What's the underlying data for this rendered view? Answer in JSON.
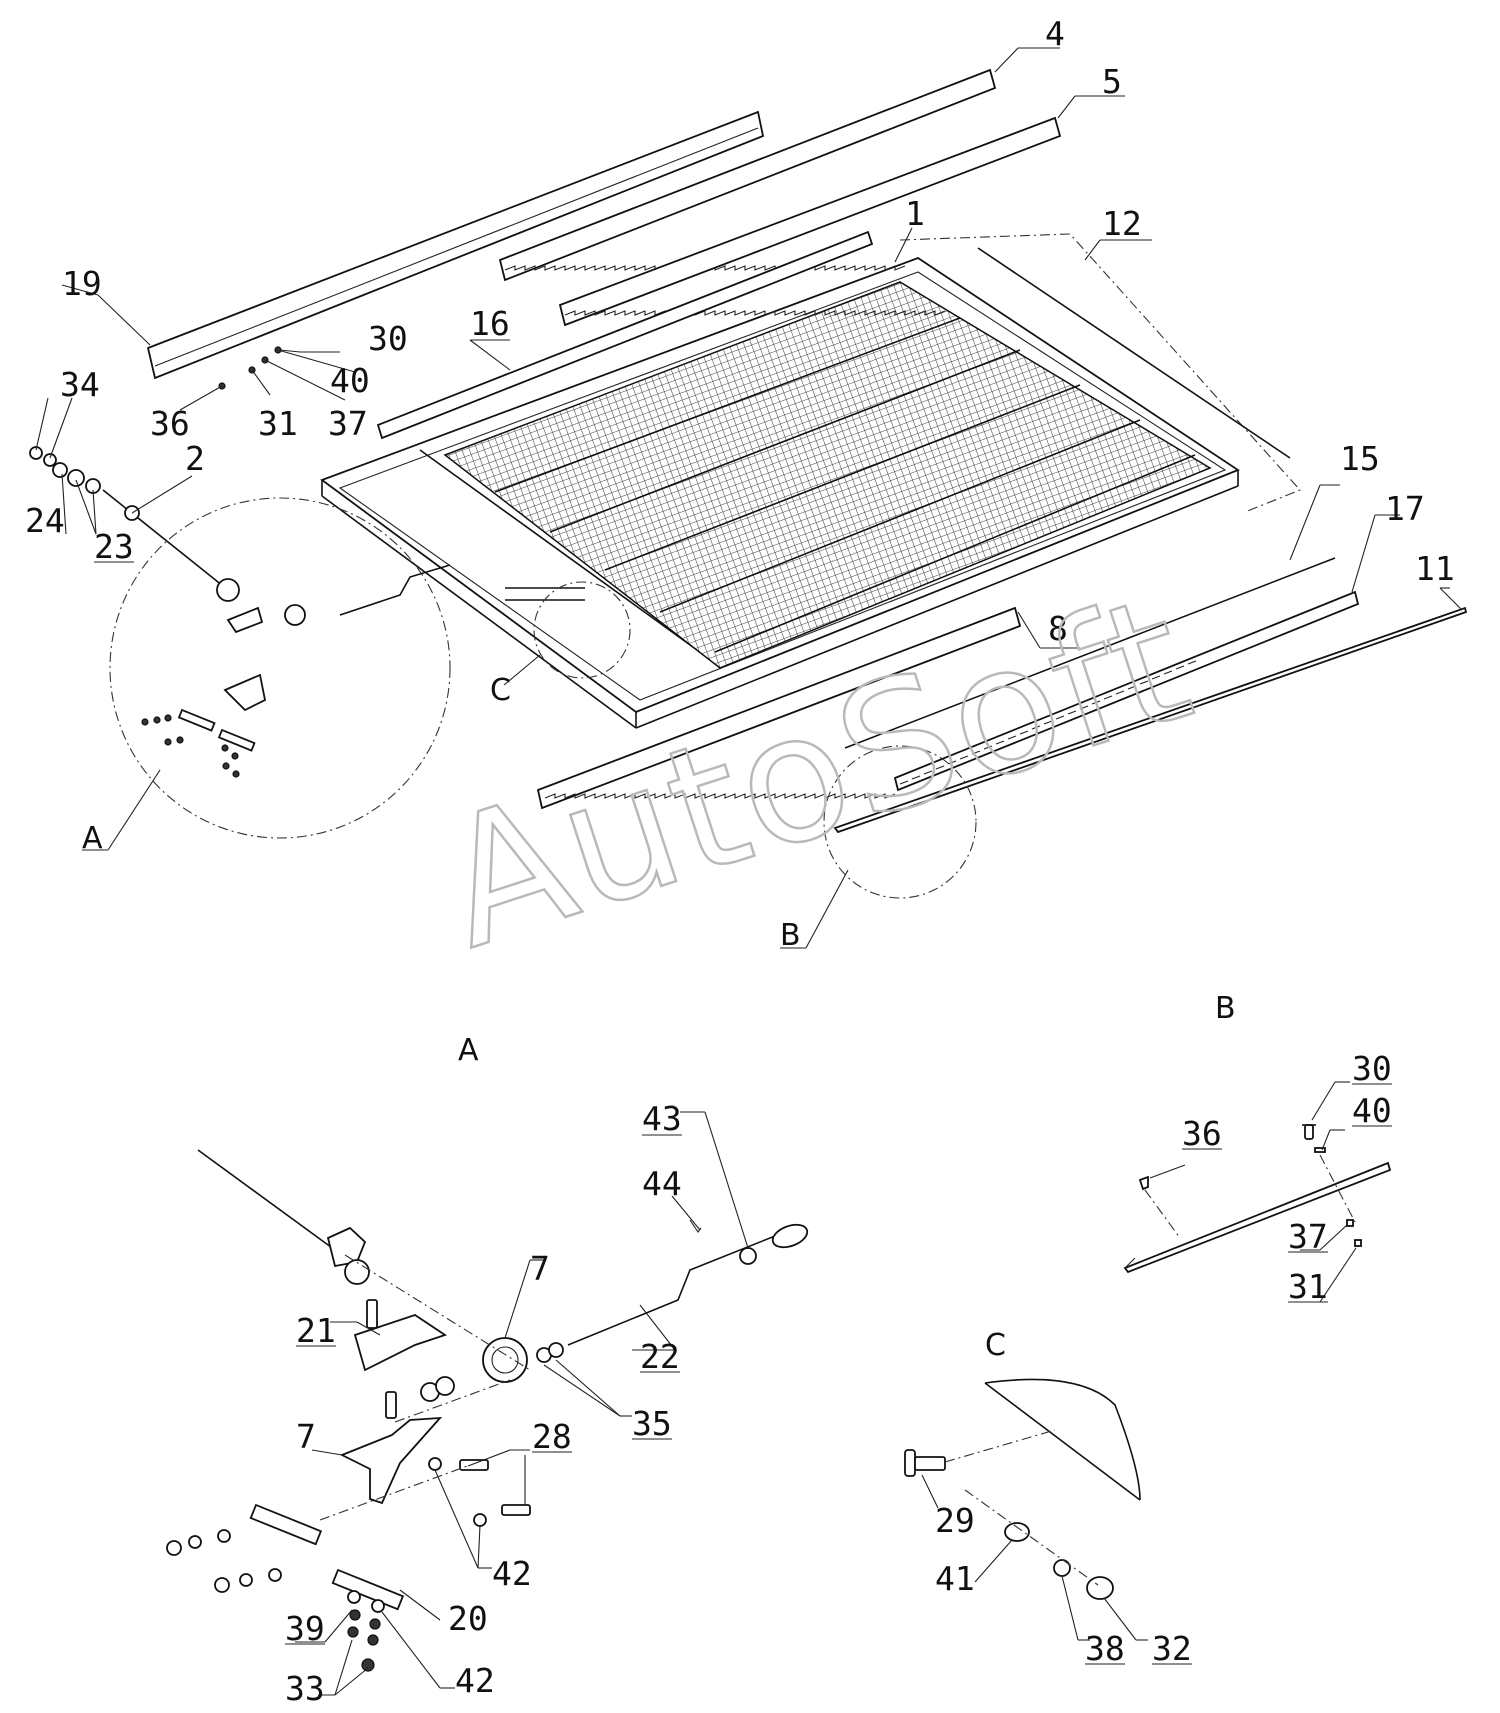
{
  "watermark": "AutoSoft",
  "views": {
    "A": "A",
    "B": "В",
    "C": "C"
  },
  "labels": {
    "main": [
      "4",
      "5",
      "1",
      "12",
      "19",
      "16",
      "30",
      "40",
      "36",
      "31",
      "37",
      "34",
      "24",
      "23",
      "2",
      "15",
      "17",
      "11",
      "8",
      "C",
      "A",
      "B"
    ],
    "viewA": [
      "43",
      "44",
      "7",
      "21",
      "22",
      "35",
      "7",
      "28",
      "42",
      "20",
      "39",
      "42",
      "33"
    ],
    "viewB": [
      "30",
      "40",
      "36",
      "37",
      "31"
    ],
    "viewC": [
      "29",
      "41",
      "38",
      "32"
    ]
  },
  "underlined": [
    "16",
    "23",
    "43",
    "21",
    "22",
    "35",
    "28",
    "39",
    "30",
    "40",
    "36",
    "37",
    "31",
    "38",
    "32"
  ]
}
